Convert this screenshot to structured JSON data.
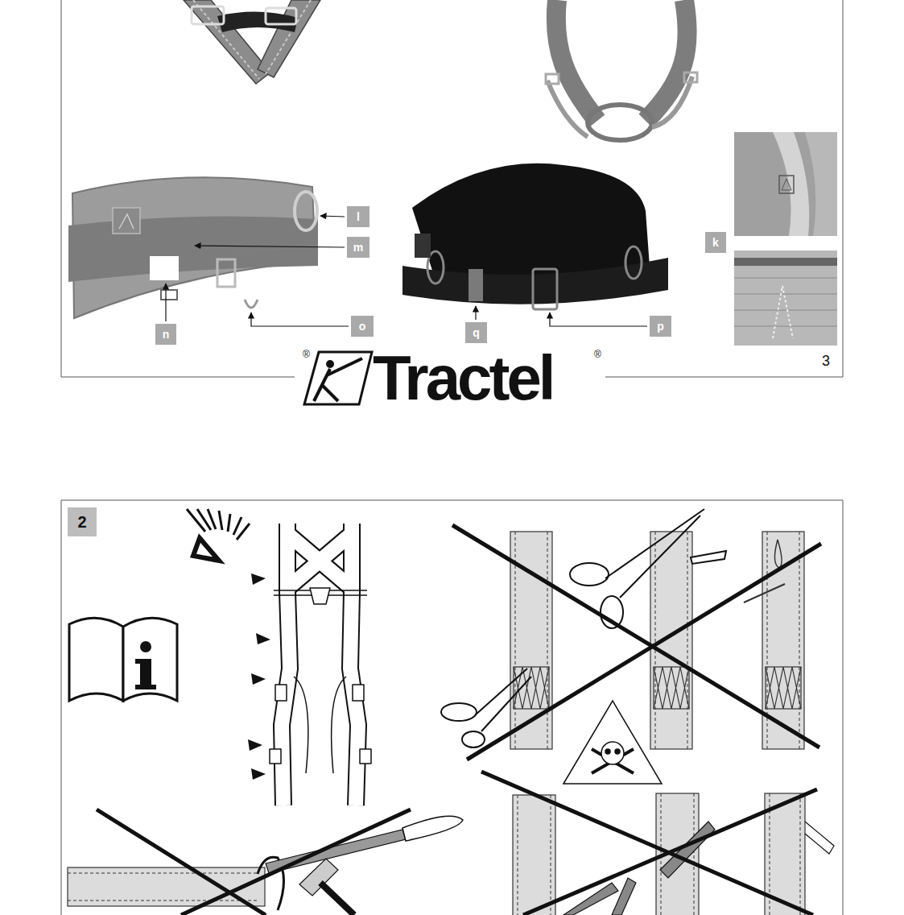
{
  "diagram": {
    "nodes": [
      {
        "text": [
          "l"
        ]
      },
      {
        "text": [
          "k"
        ]
      },
      {
        "text": [
          "m"
        ]
      },
      {
        "text": [
          "o"
        ]
      },
      {
        "text": [
          "p"
        ]
      },
      {
        "text": [
          "q"
        ]
      },
      {
        "text": [
          "n"
        ]
      },
      {
        "text": [
          "2"
        ]
      }
    ],
    "labels": [
      "®",
      "Tractel",
      "®",
      "3"
    ]
  }
}
